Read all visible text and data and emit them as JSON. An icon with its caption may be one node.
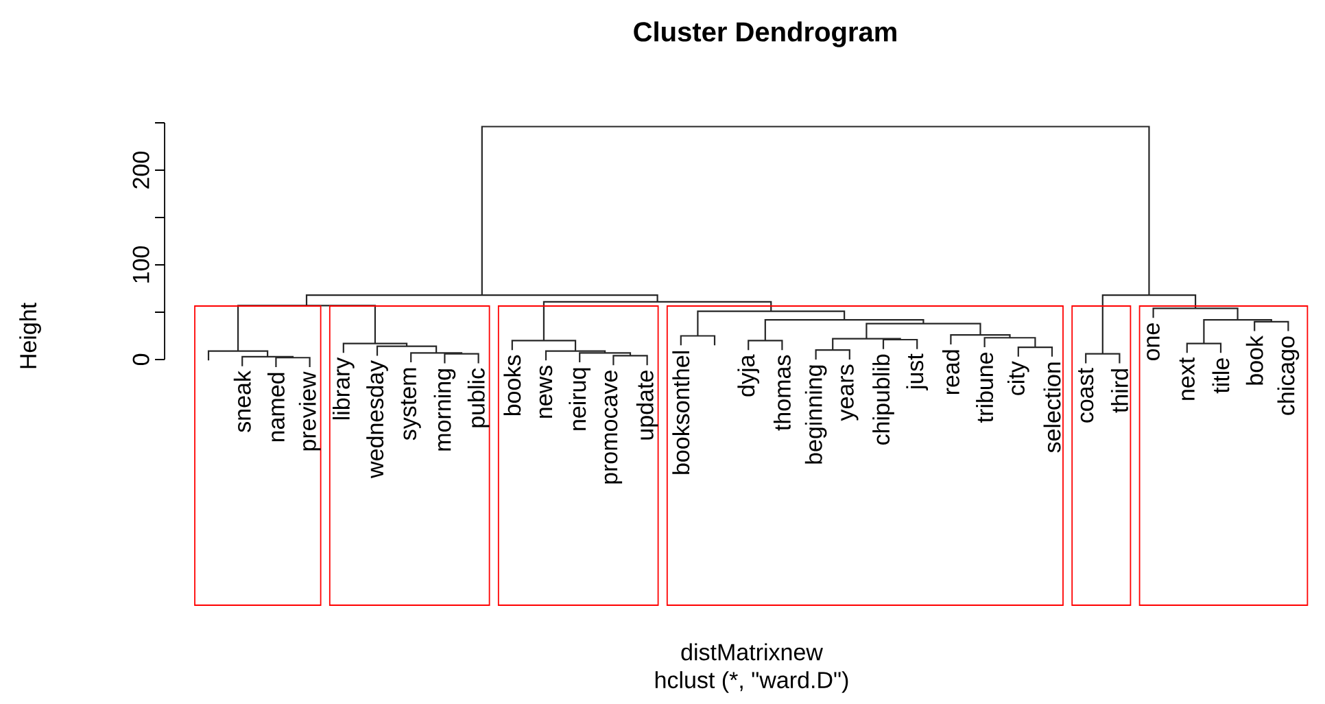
{
  "diagram": {
    "title": "Cluster Dendrogram",
    "nodes": [
      {
        "text": [
          "sneak",
          "named",
          "preview"
        ]
      },
      {
        "text": [
          "library",
          "wednesday",
          "system",
          "morning",
          "public"
        ]
      },
      {
        "text": [
          "books",
          "news",
          "neiruq",
          "promocave",
          "update"
        ]
      },
      {
        "text": [
          "booksonthel",
          "dyja",
          "thomas",
          "beginning",
          "years",
          "chipublib",
          "just",
          "read",
          "tribune",
          "city",
          "selection"
        ]
      },
      {
        "text": [
          "coast",
          "third"
        ]
      },
      {
        "text": [
          "one",
          "next",
          "title",
          "book",
          "chicago"
        ]
      }
    ],
    "labels": [
      "200",
      "100",
      "0",
      "Height",
      "distMatrixnew",
      "hclust (*, \"ward.D\")"
    ]
  }
}
